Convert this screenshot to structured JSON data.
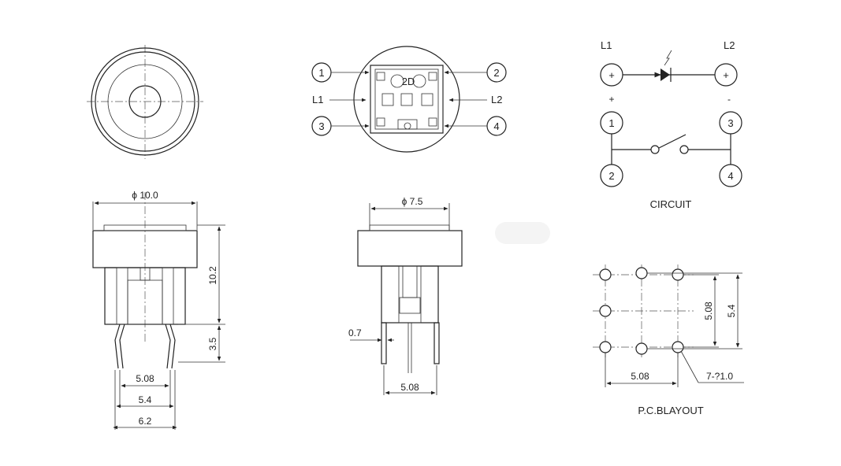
{
  "top_view": {
    "callouts": [
      "1",
      "2",
      "3",
      "4"
    ],
    "side_labels": {
      "left": "L1",
      "right": "L2"
    },
    "center_mark": "2D"
  },
  "dimensions": {
    "front_diameter": "ϕ 10.0",
    "front_height": "10.2",
    "front_pin_length": "3.5",
    "front_pitch": "5.08",
    "front_span": "5.4",
    "front_width": "6.2",
    "side_diameter": "ϕ 7.5",
    "side_pin_width": "0.7",
    "side_pitch": "5.08"
  },
  "circuit": {
    "title": "CIRCUIT",
    "led_labels": {
      "left": "L1",
      "right": "L2"
    },
    "polarity": {
      "plus": "+",
      "minus": "-"
    },
    "node_symbol": "+",
    "terminals": [
      "1",
      "2",
      "3",
      "4"
    ]
  },
  "pcb_layout": {
    "title": "P.C.BLAYOUT",
    "dim_vertical_inner": "5.08",
    "dim_vertical_outer": "5.4",
    "dim_horizontal": "5.08",
    "hole_note": "7-?1.0"
  }
}
